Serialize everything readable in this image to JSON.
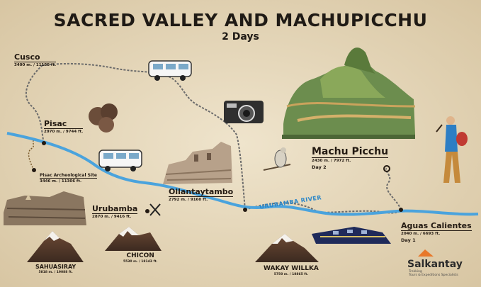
{
  "header": {
    "title": "SACRED VALLEY AND MACHUPICCHU",
    "subtitle": "2 Days"
  },
  "places": {
    "cusco": {
      "name": "Cusco",
      "altitude": "3400 m. / 11155 ft."
    },
    "pisac": {
      "name": "Pisac",
      "altitude": "2970 m. / 9744 ft."
    },
    "pisac_site": {
      "name": "Pisac Archeological Site",
      "altitude": "3446 m. / 11306 ft."
    },
    "ollantaytambo": {
      "name": "Ollantaytambo",
      "altitude": "2792 m. / 9160 ft."
    },
    "urubamba": {
      "name": "Urubamba",
      "altitude": "2870 m. / 9416 ft."
    },
    "machu_picchu": {
      "name": "Machu Picchu",
      "altitude": "2430 m. / 7972 ft.",
      "day": "Day 2"
    },
    "aguas_calientes": {
      "name": "Aguas Calientes",
      "altitude": "2040 m. / 6693 ft.",
      "day": "Day 1"
    }
  },
  "river": {
    "label": "URUBAMBA RIVER",
    "color": "#3a9ad9"
  },
  "mountains": {
    "sahuasiray": {
      "name": "SAHUASIRAY",
      "altitude": "5818 m. / 19088 ft."
    },
    "chicon": {
      "name": "CHICON",
      "altitude": "5530 m. / 18143 ft."
    },
    "wakay_willka": {
      "name": "WAKAY WILLKA",
      "altitude": "5750 m. / 18865 ft."
    }
  },
  "icons": [
    "van-icon",
    "camera-icon",
    "bird-icon",
    "train-icon",
    "utensils-icon",
    "hiker-icon",
    "mushroom-icon"
  ],
  "brand": {
    "name": "Salkantay",
    "tagline": "Trekking",
    "tagline2": "Tours & Expeditions Specialists",
    "accent": "#e8782a"
  },
  "colors": {
    "parchment": "#e9dcc2",
    "route": "#6b6b6b",
    "text": "#231a12"
  }
}
